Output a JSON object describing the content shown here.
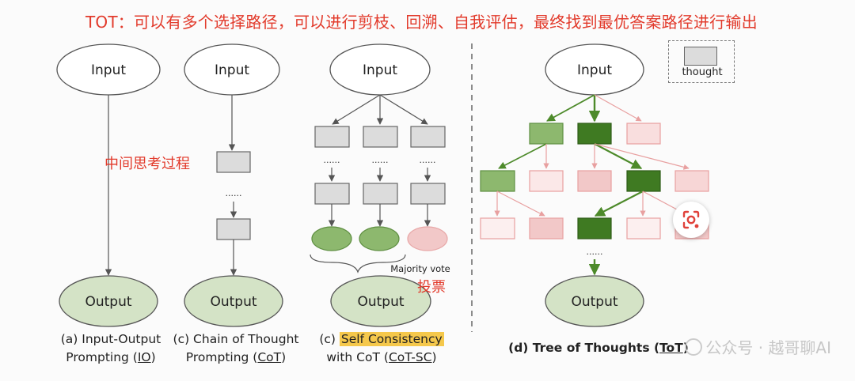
{
  "header": {
    "title": "TOT：可以有多个选择路径，可以进行剪枝、回溯、自我评估，最终找到最优答案路径进行输出"
  },
  "labels": {
    "input": "Input",
    "output": "Output",
    "ellipsis": "......",
    "intermediate_zh": "中间思考过程",
    "majority_vote": "Majority vote",
    "vote_zh": "投票"
  },
  "captions": {
    "io": {
      "prefix": "(a) Input-Output",
      "line2": "Prompting (",
      "abbr": "IO",
      "suffix": ")"
    },
    "cot": {
      "prefix": "(c) Chain of Thought",
      "line2": "Prompting (",
      "abbr": "CoT",
      "suffix": ")"
    },
    "cotsc": {
      "prefix": "(c) ",
      "highlight": "Self Consistency",
      "line2": "with CoT (",
      "abbr": "CoT-SC",
      "suffix": ")"
    },
    "tot": {
      "prefix": "(d) Tree of Thoughts (",
      "abbr": "ToT",
      "suffix": ")"
    }
  },
  "legend": {
    "label": "thought"
  },
  "watermark": {
    "text": "公众号 · 越哥聊AI"
  },
  "colors": {
    "title_red": "#e23a2b",
    "output_green": "#d4e3c6",
    "thought_gray": "#dcdcdc",
    "dark_green": "#3f7a22",
    "mid_green": "#8db86e",
    "light_pink": "#f2c8c8",
    "pink_border": "#e08c8c",
    "highlight_yellow": "#f5c84b"
  }
}
